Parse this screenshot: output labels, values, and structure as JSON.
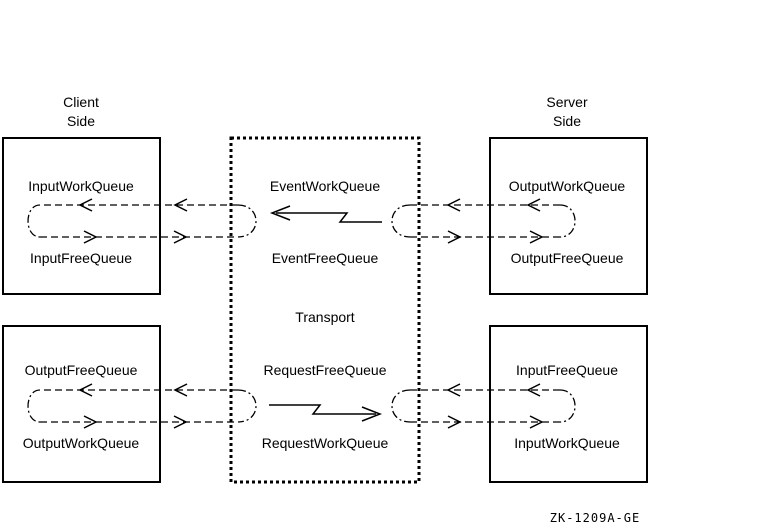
{
  "client": {
    "heading_line1": "Client",
    "heading_line2": "Side"
  },
  "server": {
    "heading_line1": "Server",
    "heading_line2": "Side"
  },
  "client_top_box": {
    "top_label": "InputWorkQueue",
    "bottom_label": "InputFreeQueue"
  },
  "client_bottom_box": {
    "top_label": "OutputFreeQueue",
    "bottom_label": "OutputWorkQueue"
  },
  "server_top_box": {
    "top_label": "OutputWorkQueue",
    "bottom_label": "OutputFreeQueue"
  },
  "server_bottom_box": {
    "top_label": "InputFreeQueue",
    "bottom_label": "InputWorkQueue"
  },
  "transport": {
    "title": "Transport",
    "event_work": "EventWorkQueue",
    "event_free": "EventFreeQueue",
    "request_free": "RequestFreeQueue",
    "request_work": "RequestWorkQueue"
  },
  "figure_id": "ZK-1209A-GE"
}
